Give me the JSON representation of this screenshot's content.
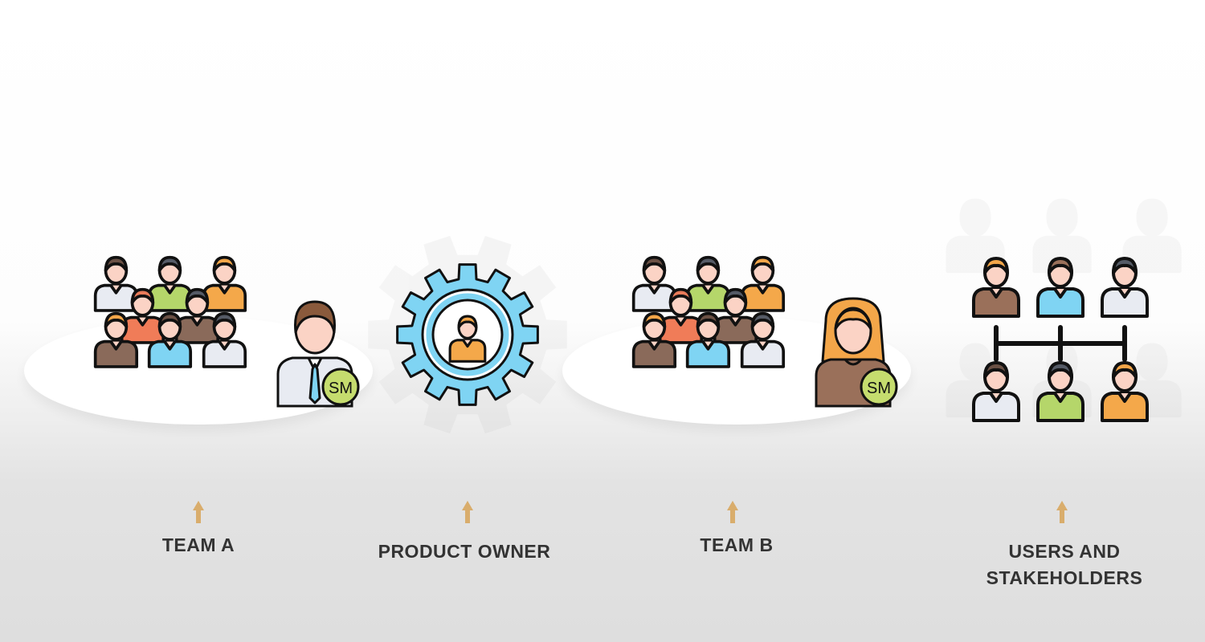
{
  "colors": {
    "arrow": "#d9ad6c",
    "label": "#333333",
    "outline": "#111111",
    "skin": "#fbd3c5",
    "badge": "#c5dc6e",
    "gear": "#7fd4f3"
  },
  "icons": {
    "team_a": "team-crowd-icon",
    "scrum_master_a": "scrum-master-male-icon",
    "product_owner": "gear-person-icon",
    "team_b": "team-crowd-icon",
    "scrum_master_b": "scrum-master-female-icon",
    "stakeholders": "org-chart-people-icon"
  },
  "badges": {
    "sm_a": "SM",
    "sm_b": "SM"
  },
  "labels": {
    "team_a": "TEAM A",
    "product_owner": "PRODUCT OWNER",
    "team_b": "TEAM B",
    "users_line1": "USERS AND",
    "users_line2": "STAKEHOLDERS"
  }
}
